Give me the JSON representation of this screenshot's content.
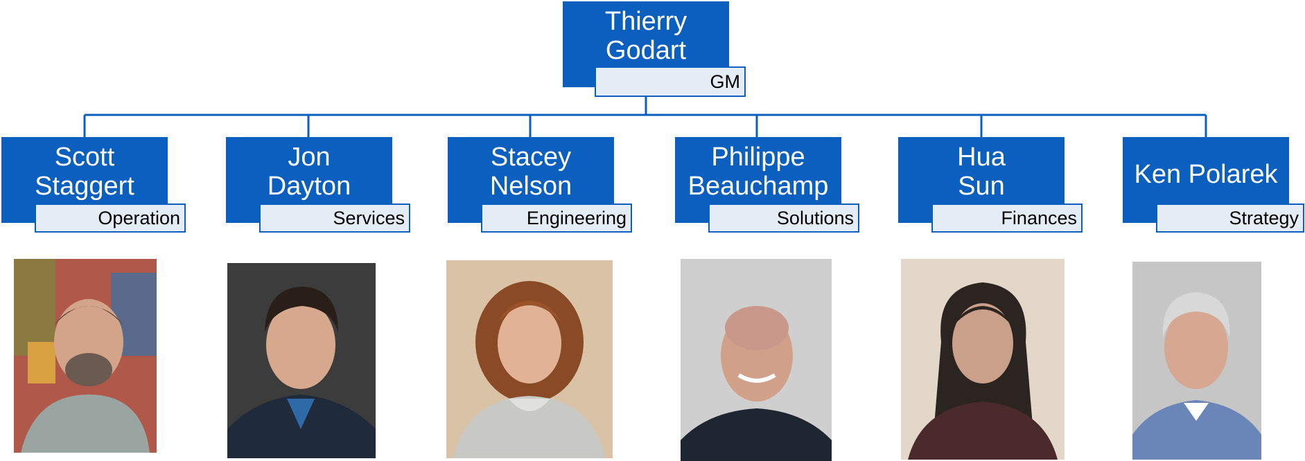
{
  "root": {
    "name_line1": "Thierry",
    "name_line2": "Godart",
    "role": "GM"
  },
  "members": [
    {
      "name_line1": "Scott",
      "name_line2": "Staggert",
      "role": "Operation"
    },
    {
      "name_line1": "Jon",
      "name_line2": "Dayton",
      "role": "Services"
    },
    {
      "name_line1": "Stacey",
      "name_line2": "Nelson",
      "role": "Engineering"
    },
    {
      "name_line1": "Philippe",
      "name_line2": "Beauchamp",
      "role": "Solutions"
    },
    {
      "name_line1": "Hua",
      "name_line2": "Sun",
      "role": "Finances"
    },
    {
      "name_line1": "Ken Polarek",
      "name_line2": "",
      "role": "Strategy"
    }
  ],
  "colors": {
    "box": "#0a5fbf",
    "role_fill": "#e4ecf6",
    "line": "#0a5fbf"
  }
}
